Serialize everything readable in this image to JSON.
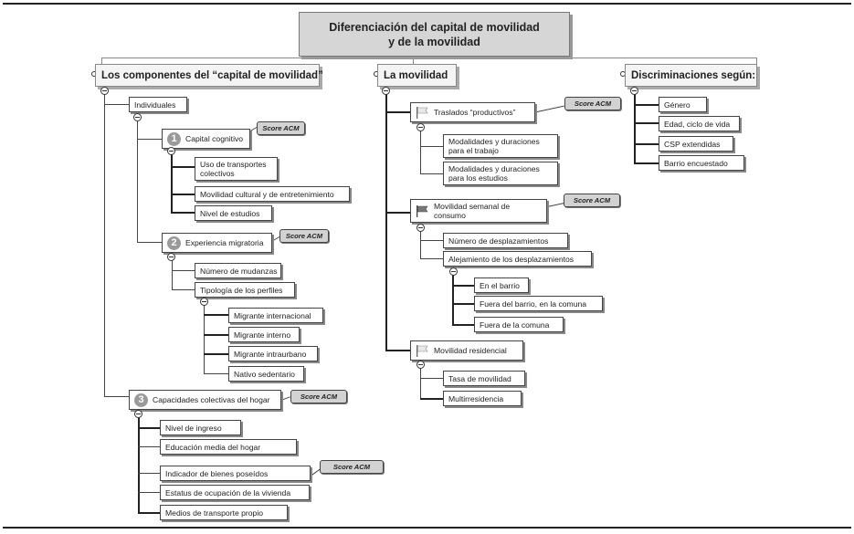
{
  "title": {
    "line1": "Diferenciación del capital de movilidad",
    "line2": "y de la movilidad"
  },
  "branches": {
    "capital": "Los componentes del “capital de movilidad”",
    "movilidad": "La movilidad",
    "discriminaciones": "Discriminaciones según:"
  },
  "score_label": "Score ACM",
  "capital": {
    "individuales": "Individuales",
    "cognitivo": {
      "num": "1",
      "label": "Capital cognitivo",
      "items": [
        "Uso de transportes colectivos",
        "Movilidad cultural y de entretenimiento",
        "Nivel de estudios"
      ]
    },
    "migratoria": {
      "num": "2",
      "label": "Experiencia migratoria",
      "items": [
        "Número de mudanzas",
        "Tipología de los perfiles"
      ],
      "perfiles": [
        "Migrante internacional",
        "Migrante interno",
        "Migrante intraurbano",
        "Nativo sedentario"
      ]
    },
    "colectivas": {
      "num": "3",
      "label": "Capacidades colectivas del hogar",
      "items": [
        "Nivel de ingreso",
        "Educación media del hogar",
        "Indicador de bienes poseídos",
        "Estatus de ocupación de la vivienda",
        "Medios de transporte propio"
      ]
    }
  },
  "movilidad": {
    "traslados": {
      "label": "Traslados “productivos”",
      "items": [
        "Modalidades y duraciones para el trabajo",
        "Modalidades y duraciones para los estudios"
      ]
    },
    "semanal": {
      "label": "Movilidad semanal de consumo",
      "items": [
        "Número de desplazamientos",
        "Alejamiento de los desplazamientos"
      ],
      "alejamiento": [
        "En el barrio",
        "Fuera del barrio, en la comuna",
        "Fuera de la comuna"
      ]
    },
    "residencial": {
      "label": "Movilidad residencial",
      "items": [
        "Tasa de movilidad",
        "Multirresidencia"
      ]
    }
  },
  "discriminaciones": [
    "Género",
    "Edad, ciclo de vida",
    "CSP extendidas",
    "Barrio encuestado"
  ],
  "colors": {
    "root_fill": "#d6d6d6",
    "branch_fill": "#f4f4f4",
    "badge_fill": "#d2d2d2",
    "number_fill": "#9a9a9a"
  }
}
